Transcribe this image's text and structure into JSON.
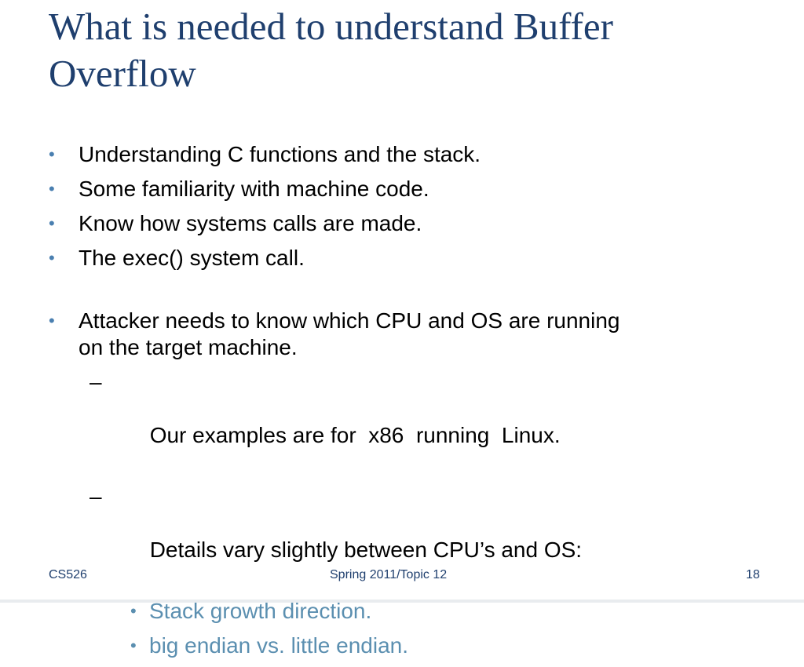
{
  "slide": {
    "title_line1": "What is needed to understand Buffer",
    "title_line2": "Overflow",
    "bullets": [
      "Understanding C functions and the stack.",
      "Some familiarity with machine code.",
      "Know how systems calls are made.",
      "The exec() system call."
    ],
    "bullet2": {
      "line1": "Attacker needs to know which CPU and OS are running",
      "line2": "on the target machine."
    },
    "sub_items": [
      "Our examples are for  x86  running  Linux.",
      "Details vary slightly between CPU’s and OS:"
    ],
    "sub_sub_items": [
      "Stack growth direction.",
      "big endian vs. little endian."
    ],
    "bullet_glyph": "•",
    "dash_glyph": "–"
  },
  "footer": {
    "left": "CS526",
    "center": "Spring 2011/Topic 12",
    "right": "18"
  },
  "colors": {
    "title": "#1f3f6e",
    "bullet": "#4a7fb0",
    "sub_sub_text": "#5b8fb0",
    "footer": "#1f3f6e"
  }
}
